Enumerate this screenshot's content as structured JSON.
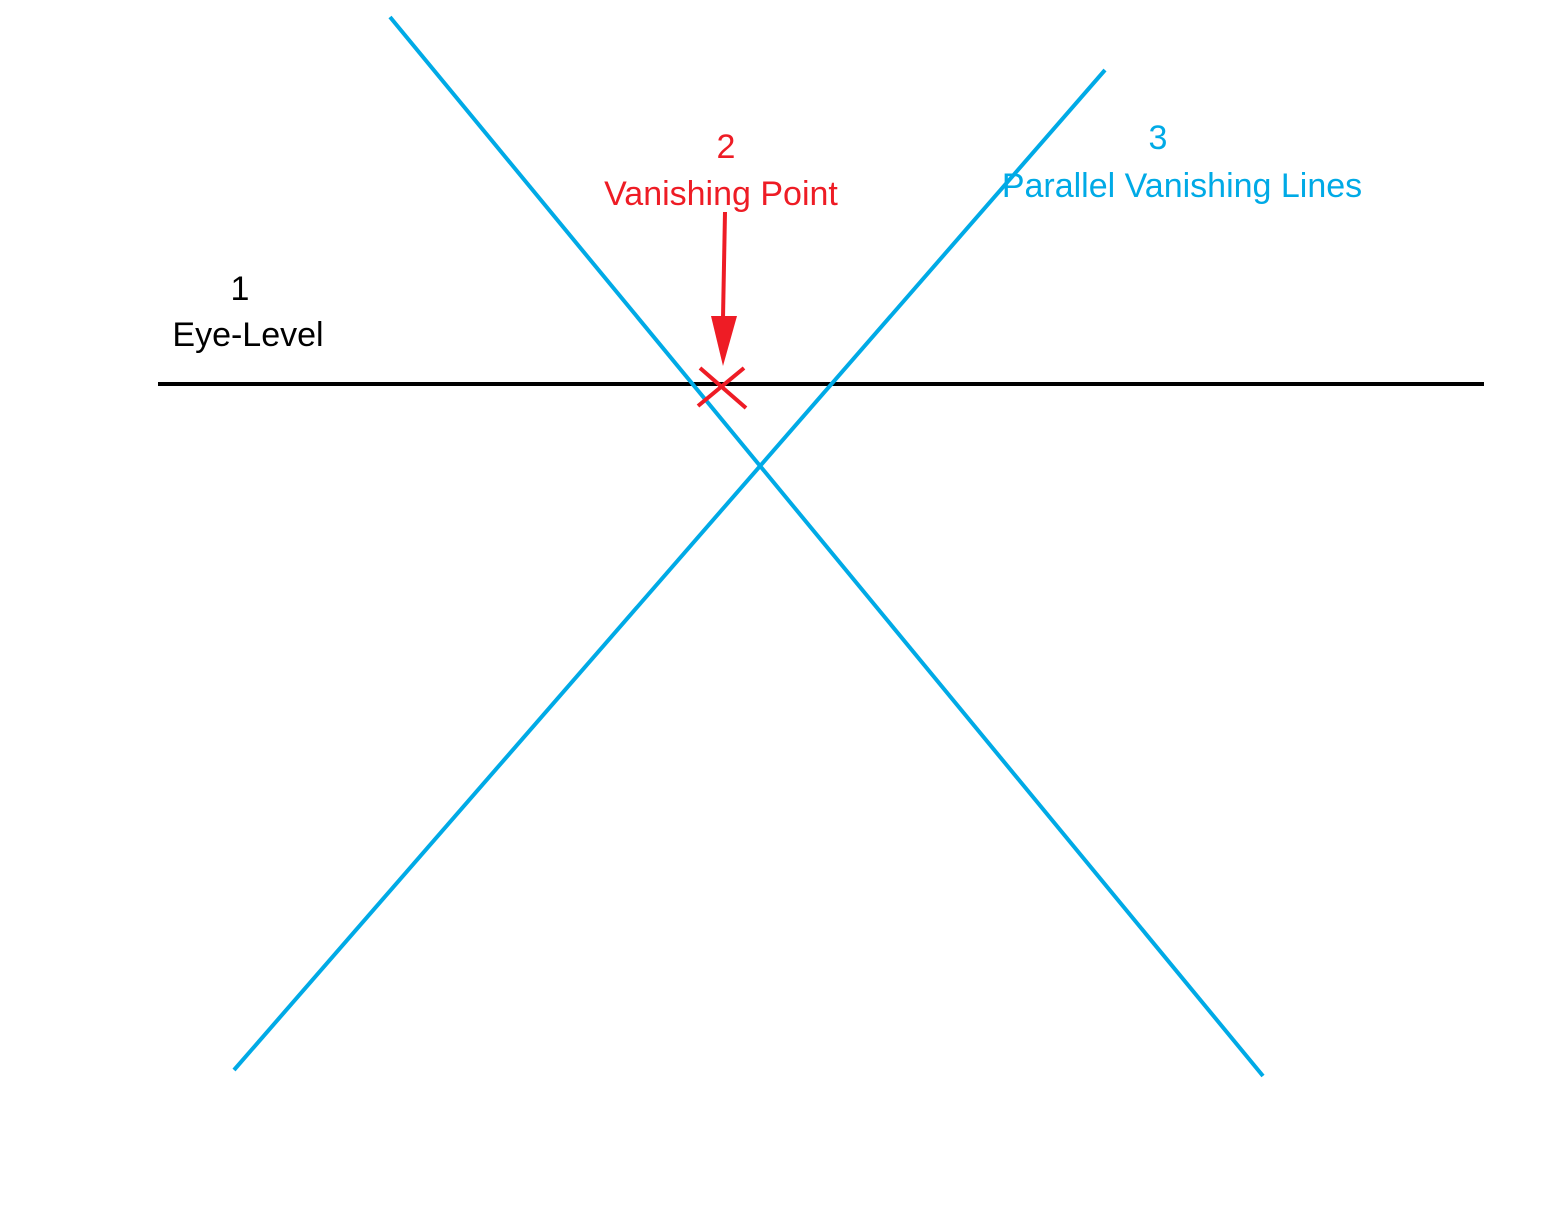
{
  "labels": {
    "eye_level_number": "1",
    "eye_level": "Eye-Level",
    "vanishing_point_number": "2",
    "vanishing_point": "Vanishing Point",
    "vanishing_lines_number": "3",
    "vanishing_lines": "Parallel Vanishing Lines"
  },
  "colors": {
    "eye_level": "#000000",
    "vanishing_point": "#ee1c25",
    "vanishing_lines": "#00aae6",
    "background": "#ffffff"
  }
}
